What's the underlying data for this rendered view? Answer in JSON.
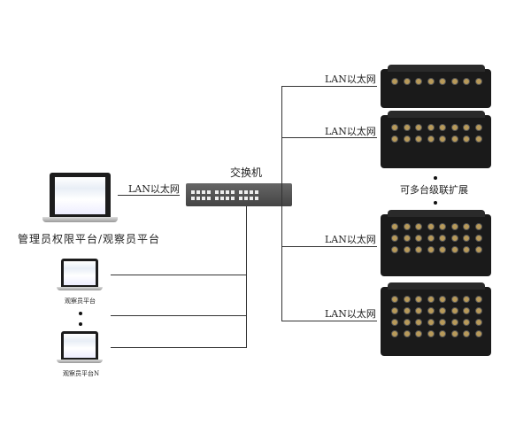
{
  "switch": {
    "label": "交换机"
  },
  "links": {
    "admin_lan": "LAN以太网",
    "device_lan": [
      "LAN以太网",
      "LAN以太网",
      "LAN以太网",
      "LAN以太网"
    ]
  },
  "clients": {
    "admin_label": "管理员权限平台/观察员平台",
    "observer_label": "观察员平台",
    "observer_n_label": "观察员平台N"
  },
  "devices": {
    "cascade_label": "可多台级联扩展",
    "rows": [
      1,
      2,
      3,
      4
    ]
  }
}
